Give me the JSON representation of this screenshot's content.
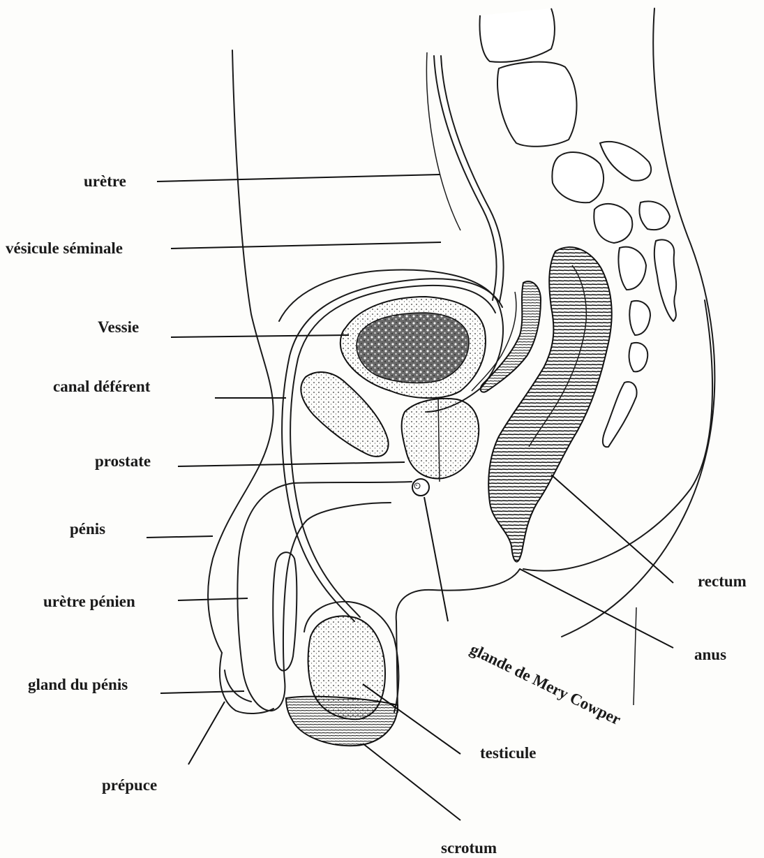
{
  "labels": {
    "uretre": "urètre",
    "vesicule_seminale": "vésicule séminale",
    "vessie": "Vessie",
    "canal_deferent": "canal déférent",
    "prostate": "prostate",
    "penis": "pénis",
    "uretre_penien": "urètre pénien",
    "gland_du_penis": "gland du pénis",
    "prepuce": "prépuce",
    "rectum": "rectum",
    "anus": "anus",
    "glande_de_mery_cowper": "glande de Mery Cowper",
    "testicule": "testicule",
    "scrotum": "scrotum"
  }
}
